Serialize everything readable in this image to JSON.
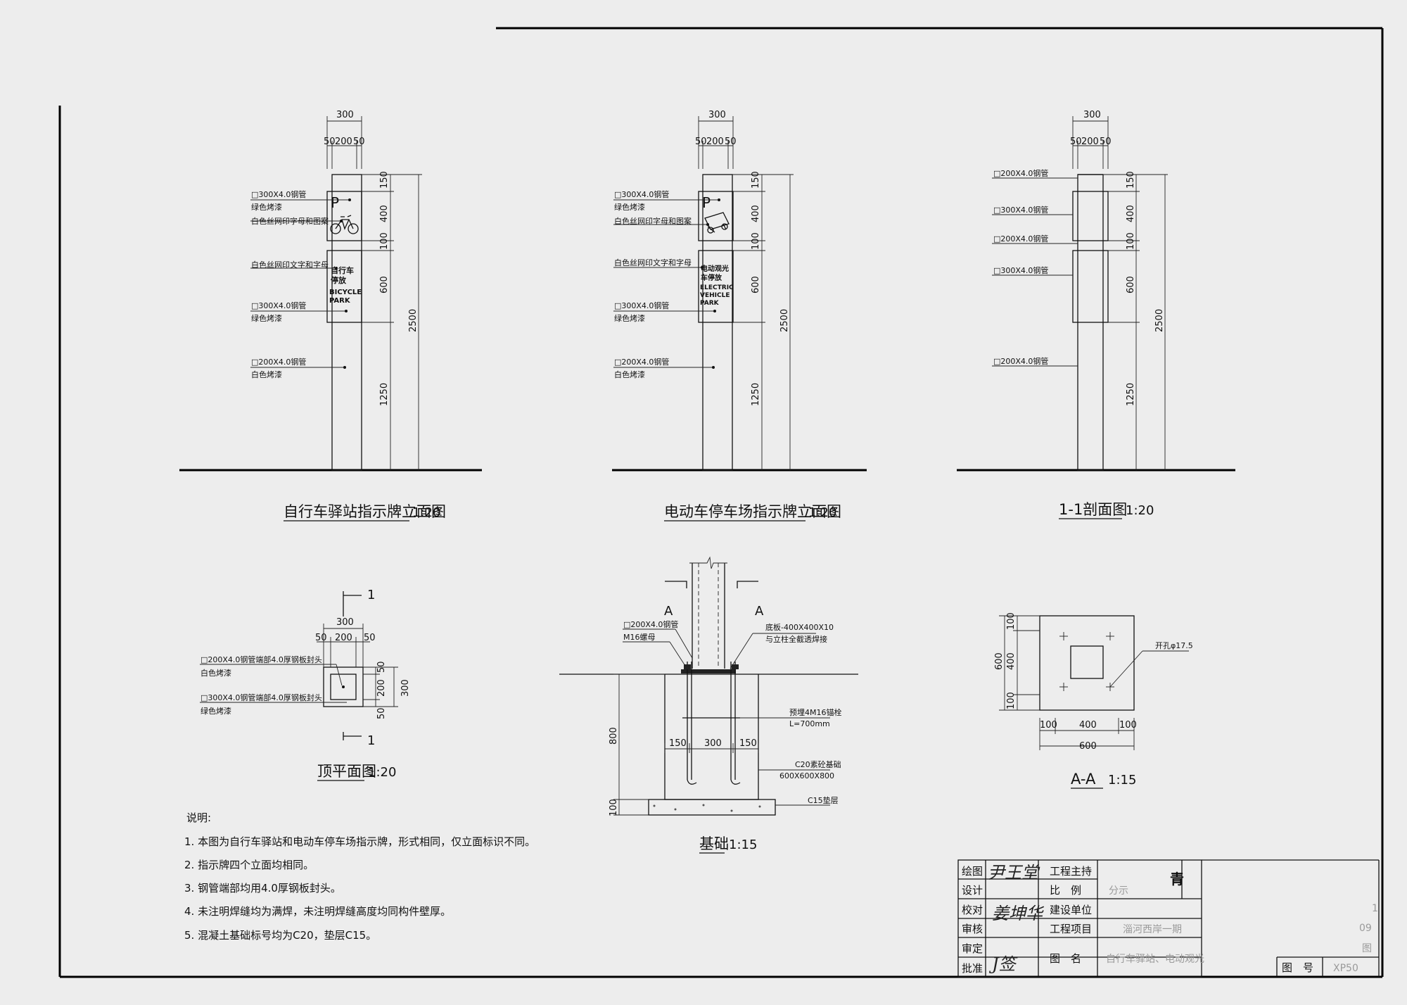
{
  "elevations": {
    "bicycle": {
      "title": "自行车驿站指示牌立面图",
      "scale": "1:20",
      "dims": {
        "w300": "300",
        "w50a": "50",
        "w200": "200",
        "w50b": "50",
        "h150": "150",
        "h400": "400",
        "h100": "100",
        "h600": "600",
        "h1250": "1250",
        "h2500": "2500"
      },
      "labels": {
        "l1": "□300X4.0钢管",
        "l2": "绿色烤漆",
        "l3": "白色丝网印字母和图案",
        "l4": "白色丝网印文字和字母",
        "l5": "□300X4.0钢管",
        "l6": "绿色烤漆",
        "l7": "□200X4.0钢管",
        "l8": "白色烤漆"
      },
      "sign": {
        "p": "P",
        "cn1": "自行车",
        "cn2": "停放",
        "en1": "BICYCLE",
        "en2": "PARK"
      }
    },
    "electric": {
      "title": "电动车停车场指示牌立面图",
      "scale": "1:20",
      "dims": {
        "w300": "300",
        "w50a": "50",
        "w200": "200",
        "w50b": "50",
        "h150": "150",
        "h400": "400",
        "h100": "100",
        "h600": "600",
        "h1250": "1250",
        "h2500": "2500"
      },
      "labels": {
        "l1": "□300X4.0钢管",
        "l2": "绿色烤漆",
        "l3": "白色丝网印字母和图案",
        "l4": "白色丝网印文字和字母",
        "l5": "□300X4.0钢管",
        "l6": "绿色烤漆",
        "l7": "□200X4.0钢管",
        "l8": "白色烤漆"
      },
      "sign": {
        "p": "P",
        "cn1": "电动观光",
        "cn2": "车停放",
        "en1": "ELECTRIC",
        "en2": "VEHICLE",
        "en3": "PARK"
      }
    },
    "section": {
      "title": "1-1剖面图",
      "scale": "1:20",
      "dims": {
        "w300": "300",
        "w50a": "50",
        "w200": "200",
        "w50b": "50",
        "h150": "150",
        "h400": "400",
        "h100": "100",
        "h600": "600",
        "h1250": "1250",
        "h2500": "2500"
      },
      "labels": {
        "l1": "□200X4.0钢管",
        "l2": "□300X4.0钢管",
        "l3": "□200X4.0钢管",
        "l4": "□300X4.0钢管",
        "l5": "□200X4.0钢管"
      }
    }
  },
  "plan": {
    "title": "顶平面图",
    "scale": "1:20",
    "cut": "1",
    "cut2": "1",
    "dims": {
      "w300": "300",
      "w50a": "50",
      "w200": "200",
      "w50b": "50",
      "v50a": "50",
      "v200": "200",
      "v50b": "50",
      "v300": "300"
    },
    "labels": {
      "l1": "□200X4.0钢管端部4.0厚钢板封头",
      "l2": "白色烤漆",
      "l3": "□300X4.0钢管端部4.0厚钢板封头",
      "l4": "绿色烤漆"
    }
  },
  "foundation": {
    "title": "基础",
    "scale": "1:15",
    "cutA": "A",
    "cutA2": "A",
    "labels": {
      "l1": "□200X4.0钢管",
      "l2": "M16螺母",
      "l3": "底板-400X400X10",
      "l4": "与立柱全截透焊接",
      "l5": "预埋4M16锚栓",
      "l6": "L=700mm",
      "l7": "C20素砼基础",
      "l8": "600X600X800",
      "l9": "C15垫层"
    },
    "dims": {
      "d150a": "150",
      "d300": "300",
      "d150b": "150",
      "d800": "800",
      "d100": "100"
    }
  },
  "aa": {
    "title": "A-A",
    "scale": "1:15",
    "label": "开孔φ17.5",
    "dims": {
      "v100a": "100",
      "v400": "400",
      "v100b": "100",
      "v600": "600",
      "h100a": "100",
      "h400": "400",
      "h100b": "100",
      "h600": "600"
    }
  },
  "notes": {
    "heading": "说明:",
    "items": [
      "1. 本图为自行车驿站和电动车停车场指示牌，形式相同，仅立面标识不同。",
      "2. 指示牌四个立面均相同。",
      "3. 钢管端部均用4.0厚钢板封头。",
      "4. 未注明焊缝均为满焊，未注明焊缝高度均同构件壁厚。",
      "5. 混凝土基础标号均为C20，垫层C15。"
    ]
  },
  "titleblock": {
    "r1a": "绘图",
    "r2a": "设计",
    "r3a": "校对",
    "r4a": "审核",
    "r5a": "审定",
    "r6a": "批准",
    "r1b": "工程主持",
    "r2b": "比　例",
    "r3b": "建设单位",
    "r4b": "工程项目",
    "r5b": "图　名",
    "r2v": "分示",
    "r4v": "淄河西岸一期",
    "r5v": "自行车驿站、电动观光",
    "company": "青",
    "sig1": "尹王堂",
    "sig2": "姜坤华",
    "sig3": "J签",
    "side1": "1",
    "side2": "09",
    "side3": "图",
    "drawno_label": "图　号",
    "drawno": "XP50"
  }
}
